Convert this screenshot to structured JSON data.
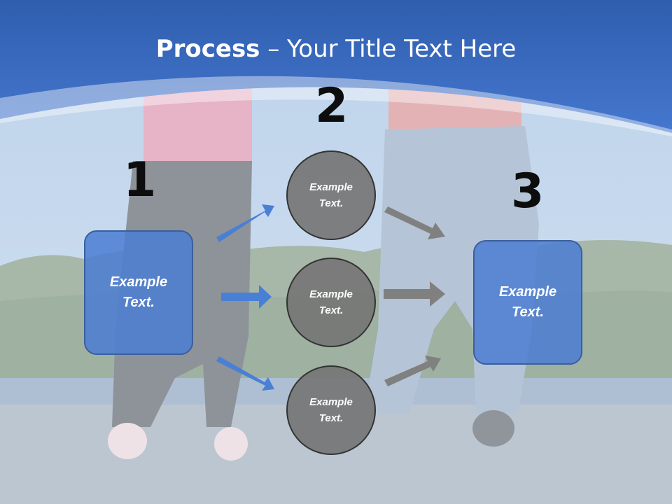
{
  "title": {
    "bold": "Process",
    "rest": " – Your Title Text Here"
  },
  "steps": [
    {
      "number": "1",
      "text_line1": "Example",
      "text_line2": "Text."
    },
    {
      "number": "2"
    },
    {
      "number": "3",
      "text_line1": "Example",
      "text_line2": "Text."
    }
  ],
  "circles": [
    {
      "text_line1": "Example",
      "text_line2": "Text."
    },
    {
      "text_line1": "Example",
      "text_line2": "Text."
    },
    {
      "text_line1": "Example",
      "text_line2": "Text."
    }
  ],
  "colors": {
    "header_blue": "#3c6dc4",
    "box_blue": "#4b7dd2",
    "blue_arrow": "#4a7fd6",
    "gray_arrow": "#808080",
    "circle_gray": "#767676"
  },
  "icons": {
    "blue_arrows": [
      "arrow-up-right-icon",
      "arrow-right-icon",
      "arrow-down-right-icon"
    ],
    "gray_arrows": [
      "arrow-down-right-icon",
      "arrow-right-icon",
      "arrow-up-right-icon"
    ]
  }
}
